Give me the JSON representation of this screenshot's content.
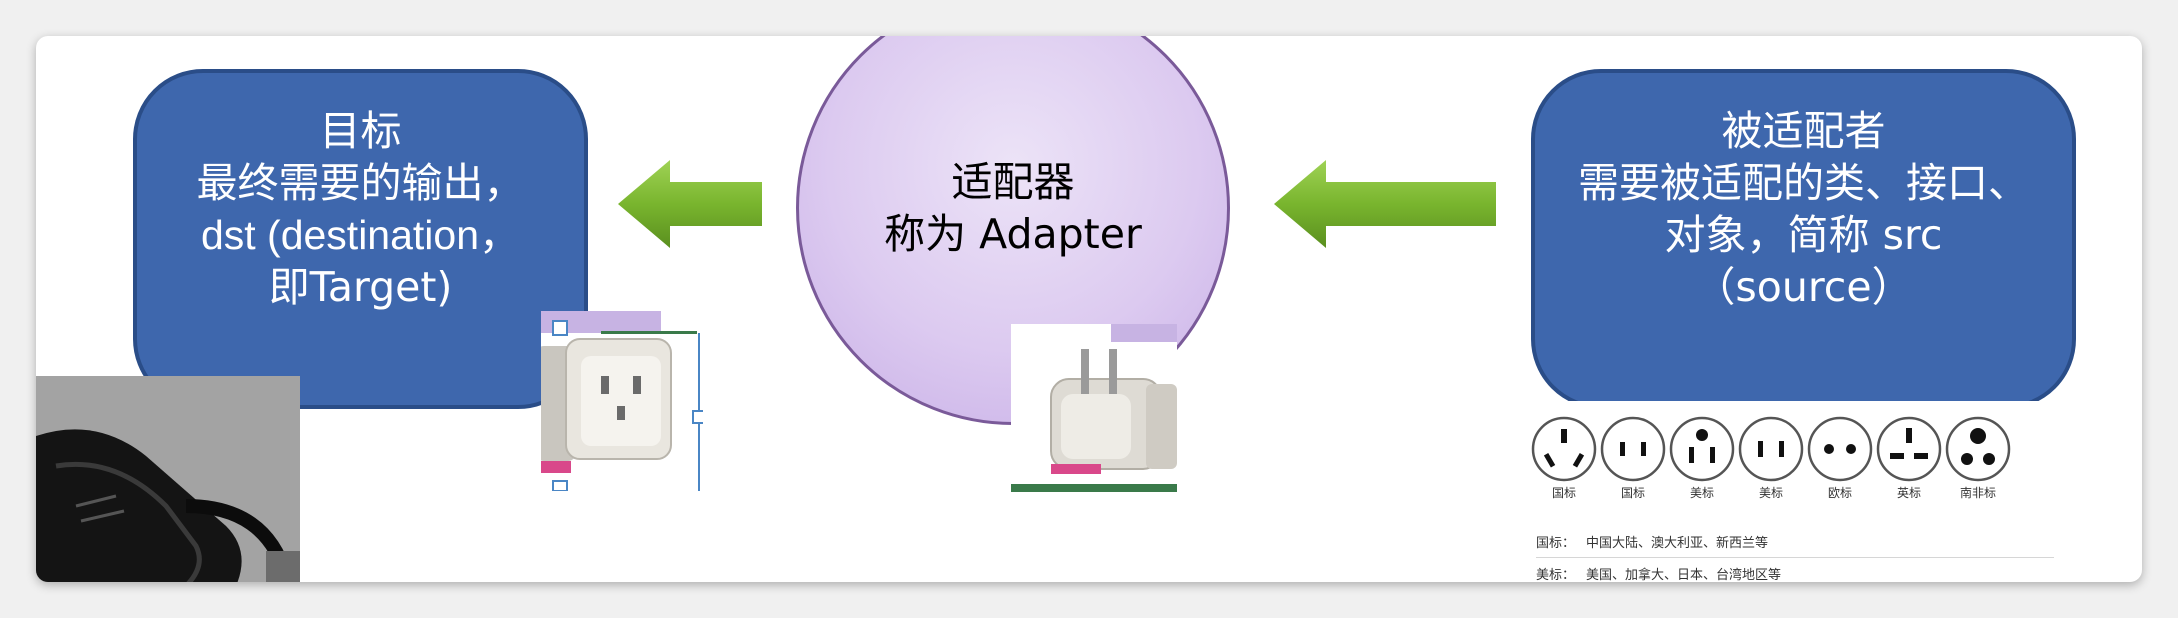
{
  "target_box": {
    "lines": [
      "目标",
      "最终需要的输出，",
      "dst (destination，",
      "即Target)"
    ]
  },
  "adapter_circle": {
    "lines": [
      "适配器",
      "称为 Adapter"
    ]
  },
  "adaptee_box": {
    "lines": [
      "被适配者",
      "需要被适配的类、接口、",
      "对象，简称 src",
      "（source）"
    ]
  },
  "socket_types": [
    "国标",
    "国标",
    "美标",
    "美标",
    "欧标",
    "英标",
    "南非标"
  ],
  "regions": [
    {
      "label": "国标：",
      "text": "中国大陆、澳大利亚、新西兰等"
    },
    {
      "label": "美标：",
      "text": "美国、加拿大、日本、台湾地区等"
    }
  ],
  "colors": {
    "box_fill": "#3e67ad",
    "circle_fill": "#dccaf0",
    "arrow_green": "#79b52e",
    "background": "#ffffff"
  }
}
